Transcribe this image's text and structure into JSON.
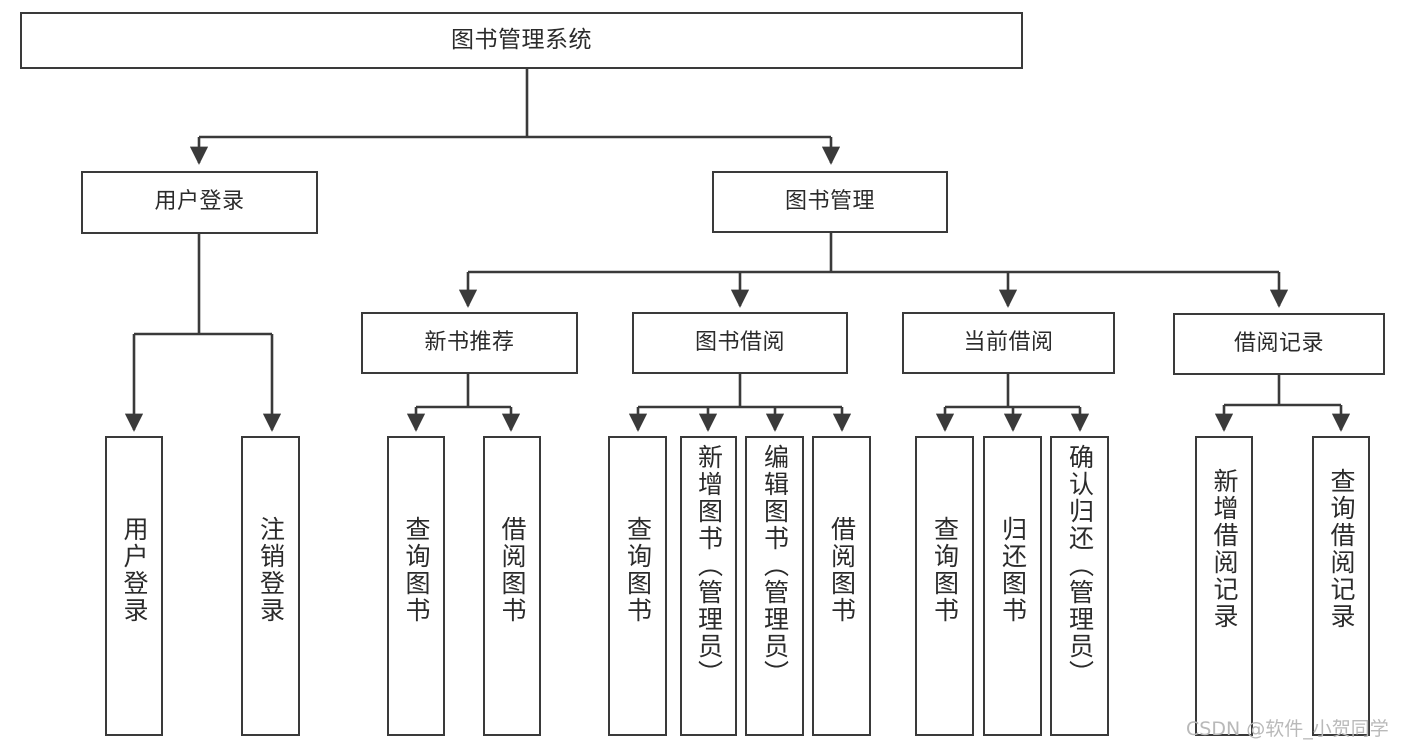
{
  "diagram": {
    "type": "tree",
    "title": "图书管理系统",
    "watermark": "CSDN @软件_小贺同学",
    "colors": {
      "stroke": "#3a3a3a",
      "box_fill": "#ffffff",
      "text": "#2b2b2b",
      "background": "#ffffff",
      "watermark": "#b9b9b9"
    },
    "levels": {
      "root": "图书管理系统",
      "level2": [
        "用户登录",
        "图书管理"
      ],
      "level3": [
        "新书推荐",
        "图书借阅",
        "当前借阅",
        "借阅记录"
      ]
    },
    "nodes": {
      "root": {
        "label": "图书管理系统"
      },
      "user_login": {
        "label": "用户登录"
      },
      "book_manage": {
        "label": "图书管理"
      },
      "new_book_rec": {
        "label": "新书推荐"
      },
      "book_borrow": {
        "label": "图书借阅"
      },
      "current_borrow": {
        "label": "当前借阅"
      },
      "borrow_record": {
        "label": "借阅记录"
      },
      "leaf_user_login": {
        "label": "用户登录"
      },
      "leaf_logout": {
        "label": "注销登录"
      },
      "leaf_query_book_1": {
        "label": "查询图书"
      },
      "leaf_borrow_book_1": {
        "label": "借阅图书"
      },
      "leaf_query_book_2": {
        "label": "查询图书"
      },
      "leaf_add_book": {
        "label": "新增图书（管理员）"
      },
      "leaf_edit_book": {
        "label": "编辑图书（管理员）"
      },
      "leaf_borrow_book_2": {
        "label": "借阅图书"
      },
      "leaf_query_book_3": {
        "label": "查询图书"
      },
      "leaf_return_book": {
        "label": "归还图书"
      },
      "leaf_confirm_return": {
        "label": "确认归还（管理员）"
      },
      "leaf_add_record": {
        "label": "新增借阅记录"
      },
      "leaf_query_record": {
        "label": "查询借阅记录"
      }
    },
    "edges": [
      {
        "from": "root",
        "to": "user_login"
      },
      {
        "from": "root",
        "to": "book_manage"
      },
      {
        "from": "user_login",
        "to": "leaf_user_login"
      },
      {
        "from": "user_login",
        "to": "leaf_logout"
      },
      {
        "from": "book_manage",
        "to": "new_book_rec"
      },
      {
        "from": "book_manage",
        "to": "book_borrow"
      },
      {
        "from": "book_manage",
        "to": "current_borrow"
      },
      {
        "from": "book_manage",
        "to": "borrow_record"
      },
      {
        "from": "new_book_rec",
        "to": "leaf_query_book_1"
      },
      {
        "from": "new_book_rec",
        "to": "leaf_borrow_book_1"
      },
      {
        "from": "book_borrow",
        "to": "leaf_query_book_2"
      },
      {
        "from": "book_borrow",
        "to": "leaf_add_book"
      },
      {
        "from": "book_borrow",
        "to": "leaf_edit_book"
      },
      {
        "from": "book_borrow",
        "to": "leaf_borrow_book_2"
      },
      {
        "from": "current_borrow",
        "to": "leaf_query_book_3"
      },
      {
        "from": "current_borrow",
        "to": "leaf_return_book"
      },
      {
        "from": "current_borrow",
        "to": "leaf_confirm_return"
      },
      {
        "from": "borrow_record",
        "to": "leaf_add_record"
      },
      {
        "from": "borrow_record",
        "to": "leaf_query_record"
      }
    ]
  }
}
